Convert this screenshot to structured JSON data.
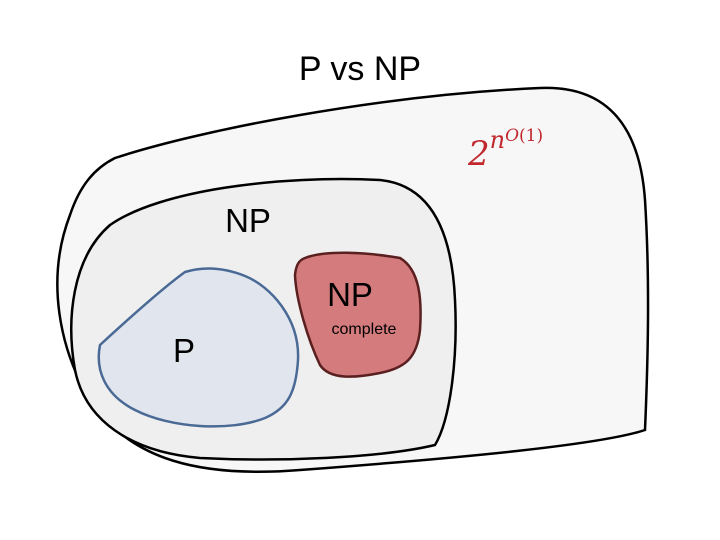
{
  "title": "P vs NP",
  "outer_label": {
    "base": "2",
    "exp_n": "n",
    "exp_o": "O",
    "exp_arg": "(1)"
  },
  "np_label": "NP",
  "np_complete_label": {
    "line1": "NP",
    "line2": "complete"
  },
  "p_label": "P",
  "colors": {
    "outer_fill": "#f7f7f7",
    "np_fill": "#efefef",
    "p_fill": "#e1e5ee",
    "p_stroke": "#4a6a95",
    "npc_fill": "#d47b7d",
    "npc_stroke": "#5a1f1f",
    "math_color": "#c0282e",
    "outline": "#000000"
  }
}
